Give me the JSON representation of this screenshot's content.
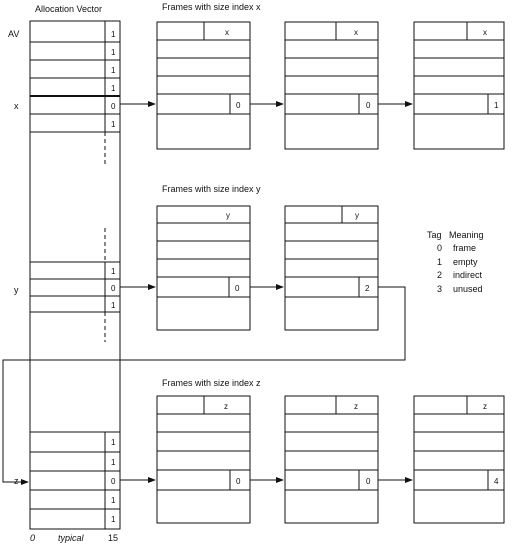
{
  "title": "Allocation Vector",
  "row_labels": {
    "av": "AV",
    "x": "x",
    "y": "y",
    "z": "z"
  },
  "av_tags": {
    "top": [
      "1",
      "1",
      "1",
      "1",
      "0",
      "1"
    ],
    "middle": [
      "1",
      "0",
      "1"
    ],
    "bottom": [
      "1",
      "1",
      "0",
      "1",
      "1"
    ]
  },
  "bottom_labels": {
    "left": "0",
    "middle": "typical",
    "right": "15"
  },
  "groups": [
    {
      "heading": "Frames with size index x",
      "header_tag": "x",
      "tags": [
        "0",
        "0",
        "1"
      ]
    },
    {
      "heading": "Frames with size index y",
      "header_tag": "y",
      "tags": [
        "0",
        "2"
      ]
    },
    {
      "heading": "Frames with size index z",
      "header_tag": "z",
      "tags": [
        "0",
        "0",
        "4"
      ]
    }
  ],
  "legend": {
    "headers": [
      "Tag",
      "Meaning"
    ],
    "rows": [
      {
        "tag": "0",
        "meaning": "frame"
      },
      {
        "tag": "1",
        "meaning": "empty"
      },
      {
        "tag": "2",
        "meaning": "indirect"
      },
      {
        "tag": "3",
        "meaning": "unused"
      }
    ]
  },
  "colors": {
    "ink": "#111111",
    "background": "#ffffff"
  }
}
